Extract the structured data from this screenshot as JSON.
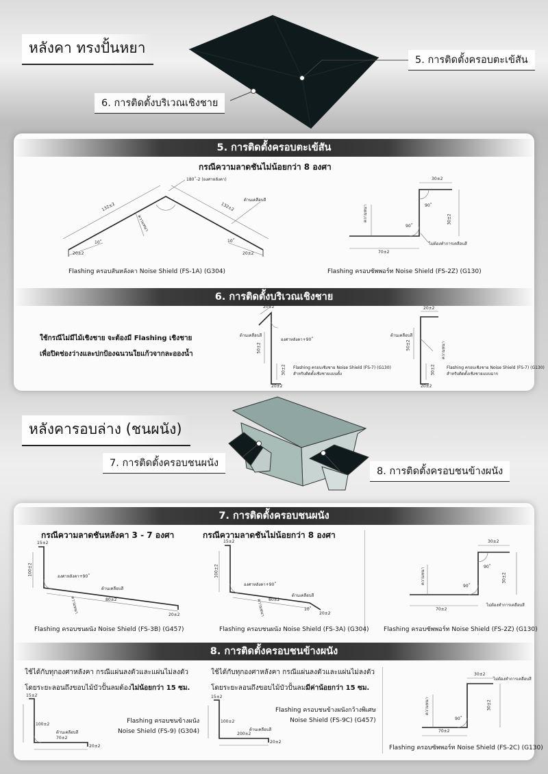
{
  "sections": {
    "hip_roof": "หลังคา ทรงปั้นหยา",
    "lean_to_roof": "หลังคารอบล่าง (ชนผนัง)"
  },
  "hip_labels": {
    "ridge": "5. การติดตั้งครอบตะเข้สัน",
    "eave": "6. การติดตั้งบริเวณเชิงชาย"
  },
  "house_labels": {
    "wall": "7. การติดตั้งครอบชนผนัง",
    "side_wall": "8. การติดตั้งครอบชนข้างผนัง"
  },
  "panel5": {
    "banner": "5. การติดตั้งครอบตะเข้สัน",
    "subtitle": "กรณีความลาดชันไม่น้อยกว่า 8 องศา",
    "left": {
      "caption": "Flashing ครอบสันหลังคา Noise Shield  (FS-1A) (G304)",
      "dim_angle": "180˚-2 (องศาหลังคา)",
      "dim_side_left": "132±2",
      "dim_side_right": "132±2",
      "dim_thick": "ความหนา",
      "dim_coat": "ด้านเคลือบสี",
      "dim_deg_left": "10˚",
      "dim_deg_right": "10˚",
      "dim_end_left": "20±2",
      "dim_end_right": "20±2"
    },
    "right": {
      "caption": "Flashing ครอบซัพพอร์ท Noise Shield  (FS-2Z) (G130)",
      "dim_top": "30±2",
      "dim_height": "30±2",
      "dim_base": "70±2",
      "dim_thick": "ความหนา",
      "dim_angle_a": "90˚",
      "dim_angle_b": "90˚",
      "dim_note": "ไม่ต้องทำการเคลือบสี"
    }
  },
  "panel6": {
    "banner": "6. การติดตั้งบริเวณเชิงชาย",
    "note_line1": "ใช้กรณีไม่มีไม้เชิงชาย จะต้องมี Flashing เชิงชาย",
    "note_line2": "เพื่อปิดช่องว่างและปกป้องฉนวนใยแก้วจากละอองน้ำ",
    "fig1": {
      "caption_line1": "Flashing ครอบเชิงชาย Noise Shield  (FS-7) (G130)",
      "caption_line2": "สำหรับติดตั้งเชิงชายแบบตั้ง",
      "dim_top": "20±2",
      "dim_coat": "ด้านเคลือบสี",
      "dim_angle": "องศาหลังคา+90˚",
      "dim_mid": "50±2",
      "dim_low": "30±2",
      "dim_base": "20±2"
    },
    "fig2": {
      "caption_line1": "Flashing ครอบเชิงชาย Noise Shield  (FS-7) (G130)",
      "caption_line2": "สำหรับติดตั้งเชิงชายแบบฉาก",
      "dim_top": "20±2",
      "dim_coat": "ด้านเคลือบสี",
      "dim_mid": "50±2",
      "dim_low": "30±2",
      "dim_base": "20±2",
      "dim_thick": "ความหนา"
    }
  },
  "panel7": {
    "banner": "7. การติดตั้งครอบชนผนัง",
    "sub_a": "กรณีความลาดชันหลังคา 3 - 7 องศา",
    "sub_b": "กรณีความลาดชันไม่น้อยกว่า 8 องศา",
    "fig1": {
      "caption": "Flashing ครอบชนผนัง Noise Shield  (FS-3B) (G457)",
      "dim_top": "15±2",
      "dim_height": "100±2",
      "dim_angle": "องศาหลังคา+90˚",
      "dim_coat": "ด้านเคลือบสี",
      "dim_len": "80±2",
      "dim_thick": "ความหนา",
      "dim_end": "20±2"
    },
    "fig2": {
      "caption": "Flashing ครอบชนผนัง Noise Shield  (FS-3A) (G304)",
      "dim_top": "15±2",
      "dim_height": "100±2",
      "dim_angle": "องศาหลังคา+90˚",
      "dim_coat": "ด้านเคลือบสี",
      "dim_len": "80±2",
      "dim_thick": "ความหนา",
      "dim_deg": "10˚",
      "dim_end": "20±2"
    },
    "fig3": {
      "caption": "Flashing ครอบซัพพอร์ท Noise Shield  (FS-2Z) (G130)",
      "dim_top": "30±2",
      "dim_height": "30±2",
      "dim_base": "70±2",
      "dim_thick": "ความหนา",
      "dim_angle_a": "90˚",
      "dim_angle_b": "90˚",
      "dim_note": "ไม่ต้องทำการเคลือบสี"
    }
  },
  "panel8": {
    "banner": "8. การติดตั้งครอบชนข้างผนัง",
    "left": {
      "note_line1": "ใช้ได้กับทุกองศาหลังคา กรณีแผ่นลงตัวและแผ่นไม่ลงตัว",
      "note_line2_plain": "โดยระยะลอนถึงขอบไม้บัวปั้นลมต้อง",
      "note_line2_bold": "ไม่น้อยกว่า 15 ซม.",
      "caption_line1": "Flashing ครอบชนข้างผนัง",
      "caption_line2": "Noise Shield  (FS-9) (G304)",
      "dim_top": "15±2",
      "dim_height": "100±2",
      "dim_coat": "ด้านเคลือบสี",
      "dim_len": "70±2",
      "dim_end": "20±2"
    },
    "mid": {
      "note_line1": "ใช้ได้กับทุกองศาหลังคา กรณีแผ่นลงตัวและแผ่นไม่ลงตัว",
      "note_line2_plain": "โดยระยะลอนถึงขอบไม้บัวปั้นลม",
      "note_line2_bold": "มีค่าน้อยกว่า 15 ซม.",
      "caption_line1": "Flashing ครอบชนข้างผนังกว้างพิเศษ",
      "caption_line2": "Noise Shield  (FS-9C) (G457)",
      "dim_top": "15±2",
      "dim_height": "100±2",
      "dim_coat": "ด้านเคลือบสี",
      "dim_len": "200±2",
      "dim_end": "20±2"
    },
    "right": {
      "caption": "Flashing ครอบซัพพอร์ท Noise Shield  (FS-2C) (G130)",
      "dim_top": "30±2",
      "dim_height": "30±2",
      "dim_base": "70±2",
      "dim_thick": "ความหนา",
      "dim_angle": "90˚",
      "dim_note": "ไม่ต้องทำการเคลือบสี"
    }
  }
}
